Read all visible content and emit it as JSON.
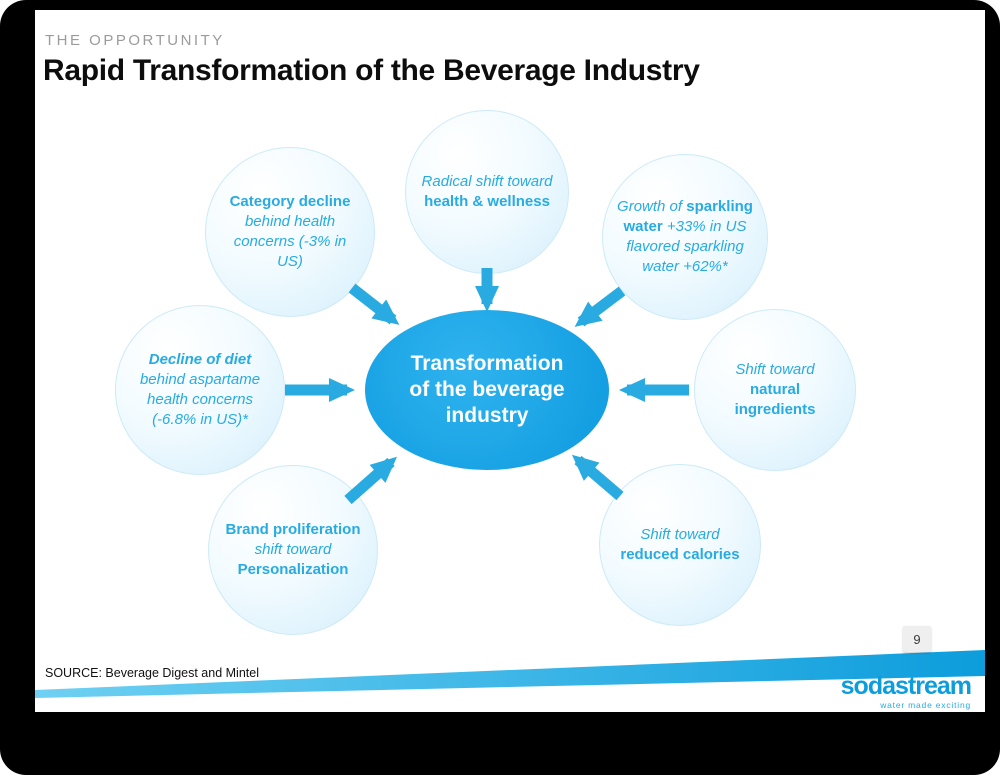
{
  "slide": {
    "eyebrow": "THE OPPORTUNITY",
    "title": "Rapid Transformation of the Beverage Industry",
    "page_number": "9",
    "source": "SOURCE: Beverage Digest and Mintel",
    "logo": {
      "name": "sodastream",
      "tagline": "water made exciting"
    }
  },
  "diagram": {
    "center": {
      "lines": [
        "Transformation",
        "of the beverage",
        "industry"
      ]
    },
    "bubbles": [
      {
        "id": "radical-shift-health-wellness",
        "position": "top",
        "segments": [
          {
            "text": "Radical shift toward ",
            "italic": true
          },
          {
            "text": "health & wellness",
            "bold": true
          }
        ]
      },
      {
        "id": "category-decline",
        "position": "top-left",
        "segments": [
          {
            "text": "Category decline",
            "bold": true
          },
          {
            "text": " behind health concerns (-3% in US)",
            "italic": true
          }
        ]
      },
      {
        "id": "sparkling-water-growth",
        "position": "top-right",
        "segments": [
          {
            "text": "Growth of ",
            "italic": true
          },
          {
            "text": "sparkling water",
            "bold": true
          },
          {
            "text": " +33% in US flavored sparkling water +62%*",
            "italic": true
          }
        ]
      },
      {
        "id": "decline-of-diet",
        "position": "left",
        "segments": [
          {
            "text": "Decline of diet",
            "bold": true,
            "italic": true
          },
          {
            "text": " behind aspartame health concerns (-6.8% in US)*",
            "italic": true
          }
        ]
      },
      {
        "id": "natural-ingredients",
        "position": "right",
        "segments": [
          {
            "text": "Shift toward ",
            "italic": true
          },
          {
            "text": "natural ingredients",
            "bold": true
          }
        ]
      },
      {
        "id": "brand-proliferation",
        "position": "bottom-left",
        "segments": [
          {
            "text": "Brand proliferation",
            "bold": true
          },
          {
            "text": " shift toward ",
            "italic": true
          },
          {
            "text": "Personalization",
            "bold": true
          }
        ]
      },
      {
        "id": "reduced-calories",
        "position": "bottom-right",
        "segments": [
          {
            "text": "Shift toward ",
            "italic": true
          },
          {
            "text": "reduced calories",
            "bold": true
          }
        ]
      }
    ]
  },
  "colors": {
    "accent_blue": "#29abe2",
    "hub_blue": "#1ba7e8",
    "bubble_fill": "#d4eefb",
    "swoosh_start": "#6fd0f2",
    "swoosh_end": "#0d9ddc",
    "logo_blue": "#0d9ddc"
  }
}
